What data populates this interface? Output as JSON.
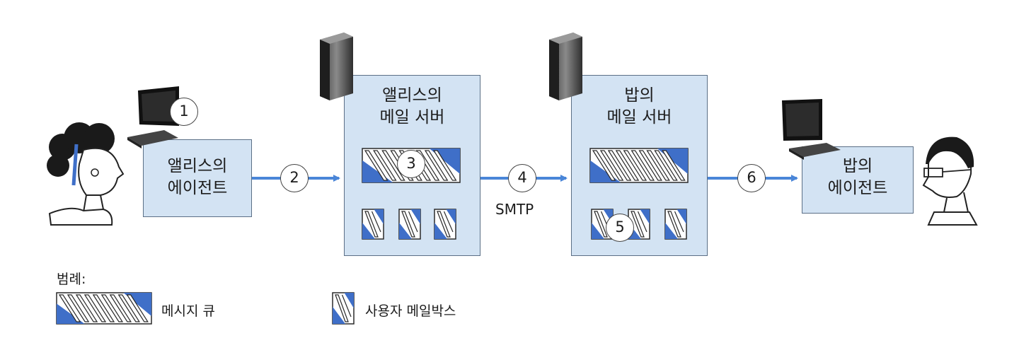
{
  "alice_agent": {
    "line1": "앨리스의",
    "line2": "에이전트"
  },
  "alice_server": {
    "line1": "앨리스의",
    "line2": "메일 서버"
  },
  "bob_server": {
    "line1": "밥의",
    "line2": "메일 서버"
  },
  "bob_agent": {
    "line1": "밥의",
    "line2": "에이전트"
  },
  "steps": [
    "1",
    "2",
    "3",
    "4",
    "5",
    "6"
  ],
  "protocol_label": "SMTP",
  "legend": {
    "title": "범례:",
    "queue_label": "메시지 큐",
    "mailbox_label": "사용자 메일박스"
  },
  "colors": {
    "box_fill": "#d3e3f3",
    "arrow": "#4a86d8",
    "accent_blue": "#3f6fc8"
  },
  "icons": [
    "person-alice-icon",
    "person-bob-icon",
    "computer-icon",
    "server-icon",
    "message-queue-icon",
    "mailbox-icon"
  ]
}
